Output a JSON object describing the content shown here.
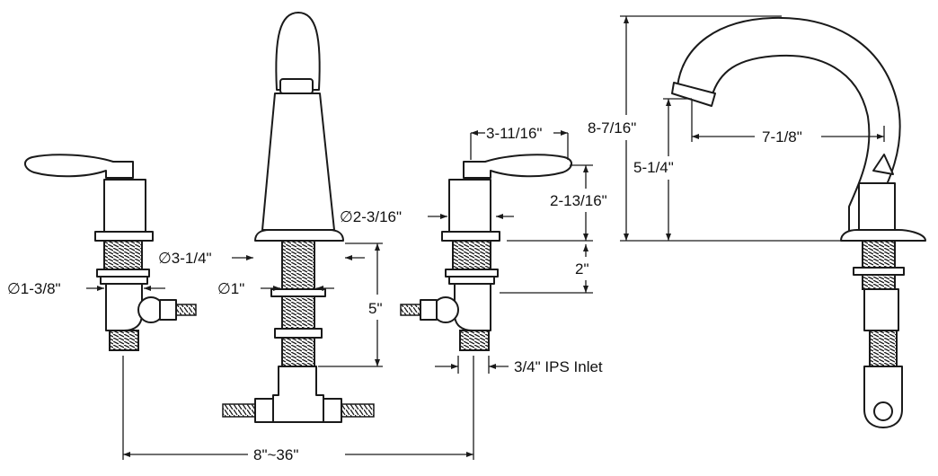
{
  "dimensions": {
    "handle_width": "3-11/16\"",
    "handle_height": "2-13/16\"",
    "handle_diameter": "∅2-3/16\"",
    "valve_diameter": "∅1-3/8\"",
    "spout_base_diameter": "∅3-1/4\"",
    "shank_diameter": "∅1\"",
    "shank_length": "5\"",
    "deck_clearance": "2\"",
    "inlet": "3/4\" IPS Inlet",
    "spread": "8\"~36\"",
    "spout_height": "8-7/16\"",
    "spout_reach": "7-1/8\"",
    "spout_clearance": "5-1/4\""
  }
}
